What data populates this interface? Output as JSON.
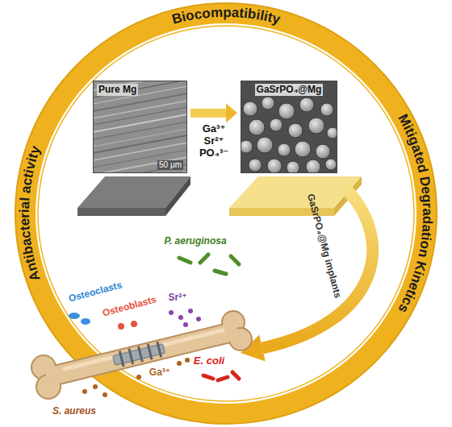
{
  "diagram": {
    "nodes": [
      {
        "text": [
          "Biocompatibility",
          "Mitigated Degradation Kinetics",
          "Antibacterial activity"
        ]
      },
      {
        "text": [
          "Pure Mg",
          "50 μm"
        ],
        "in": 0
      },
      {
        "text": [
          "GaSrPO₄@Mg"
        ],
        "in": 0
      }
    ],
    "edges": [
      {
        "from": 1,
        "to": 2,
        "arrow": "to",
        "label": "Ga³⁺ Sr²⁺ PO₄³⁻"
      }
    ],
    "labels": [
      "GaSrPO₄@Mg implants",
      "P. aeruginosa",
      "Osteoclasts",
      "Osteoblasts",
      "Sr²⁺",
      "E. coli",
      "Ga³⁺",
      "S. aureus"
    ]
  }
}
